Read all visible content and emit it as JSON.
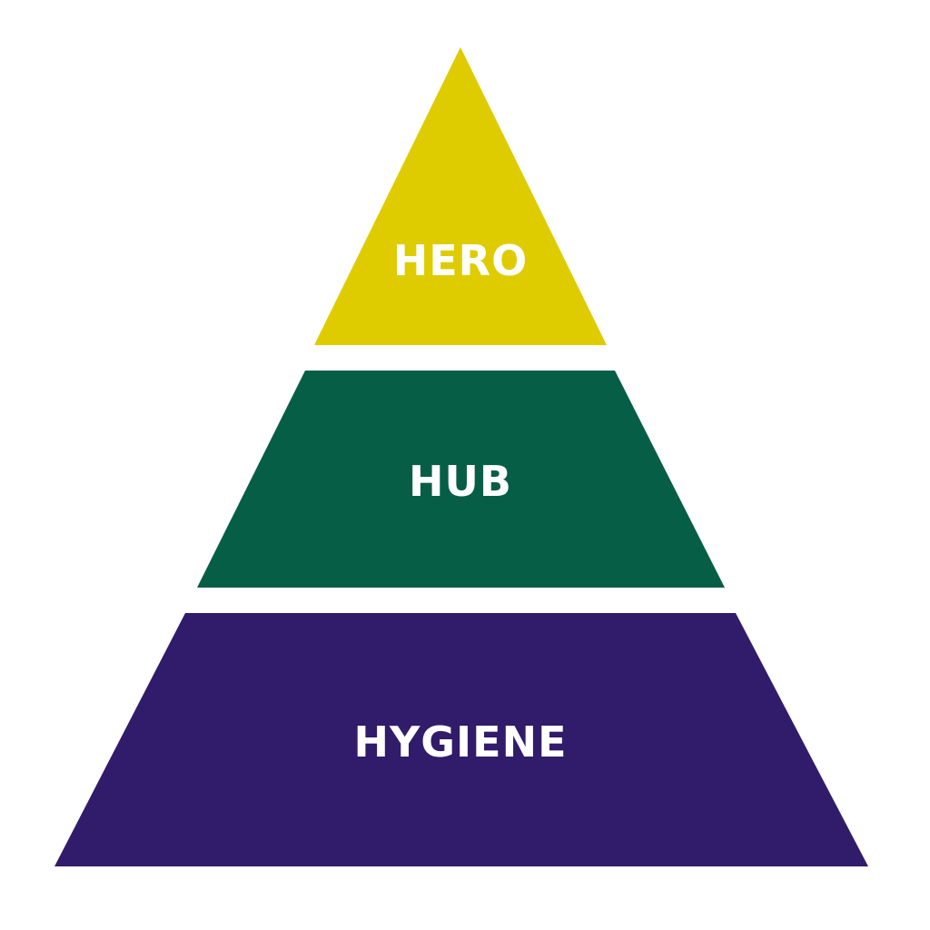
{
  "title": "Hero Hub Hygiene pyramid",
  "tiers": [
    {
      "label": "HERO",
      "color": "#DFCC00"
    },
    {
      "label": "HUB",
      "color": "#065E47"
    },
    {
      "label": "HYGIENE",
      "color": "#311B6B"
    }
  ]
}
